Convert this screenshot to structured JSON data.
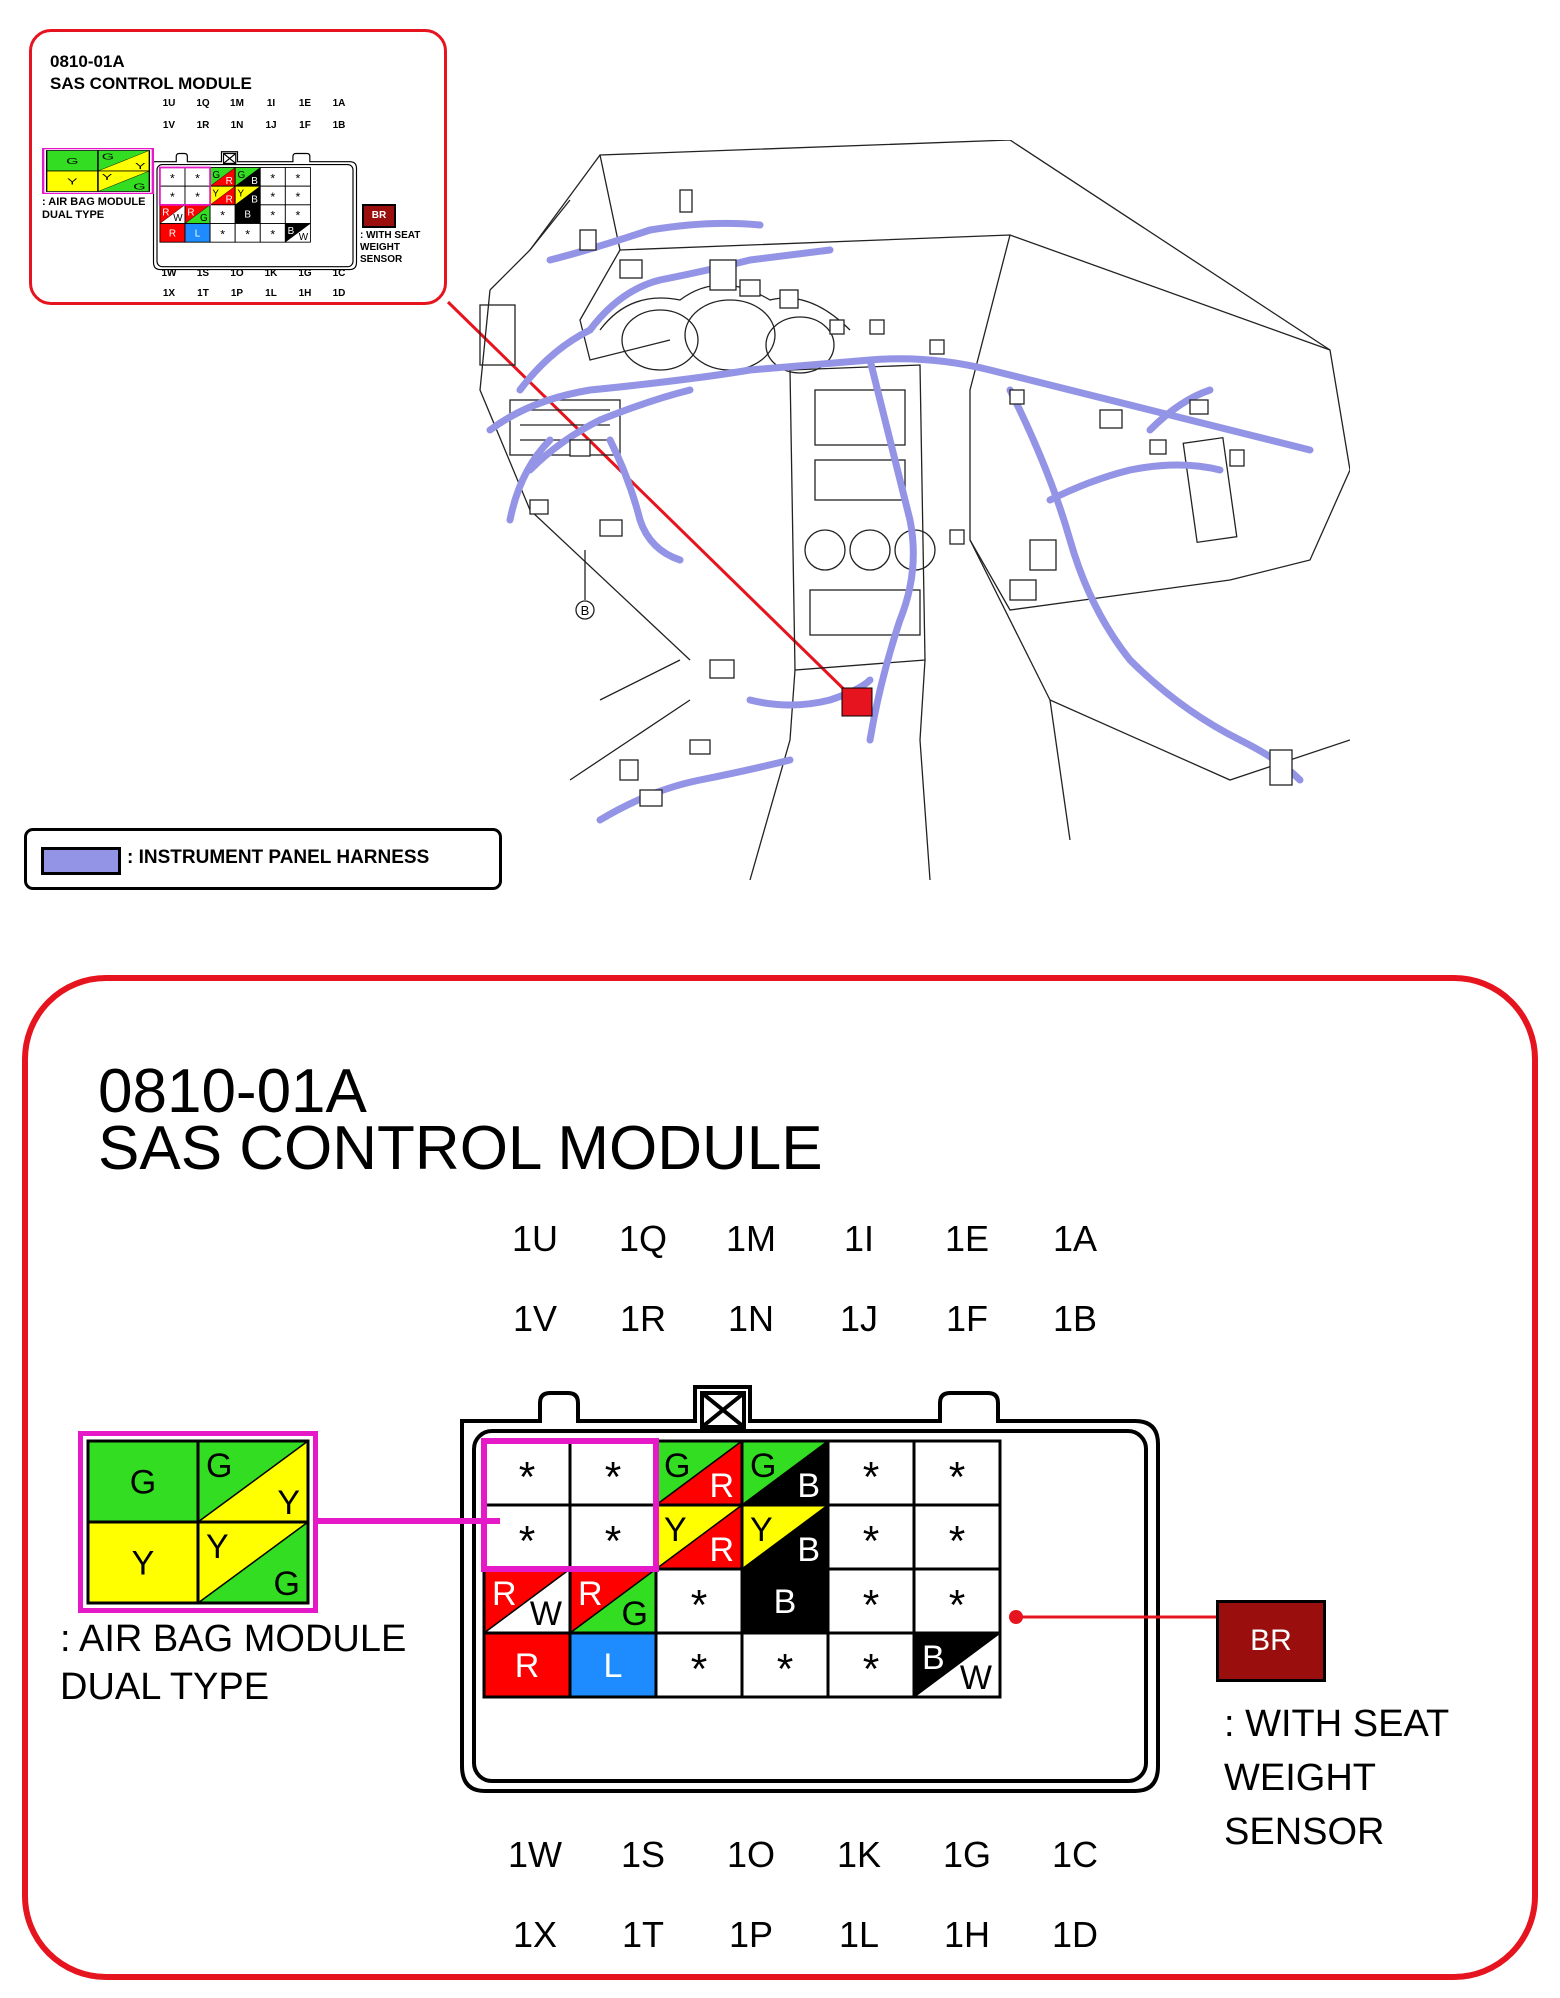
{
  "connector": {
    "id": "0810-01A",
    "name": "SAS CONTROL MODULE",
    "top_pins": [
      [
        "1U",
        "1Q",
        "1M",
        "1I",
        "1E",
        "1A"
      ],
      [
        "1V",
        "1R",
        "1N",
        "1J",
        "1F",
        "1B"
      ]
    ],
    "bottom_pins": [
      [
        "1W",
        "1S",
        "1O",
        "1K",
        "1G",
        "1C"
      ],
      [
        "1X",
        "1T",
        "1P",
        "1L",
        "1H",
        "1D"
      ]
    ],
    "unused_mark": "*",
    "cells": [
      [
        {
          "main": "",
          "sub": "",
          "unused": true
        },
        {
          "main": "",
          "sub": "",
          "unused": true
        },
        {
          "main": "G",
          "sub": "R"
        },
        {
          "main": "G",
          "sub": "B"
        },
        {
          "main": "",
          "sub": "",
          "unused": true
        },
        {
          "main": "",
          "sub": "",
          "unused": true
        }
      ],
      [
        {
          "main": "",
          "sub": "",
          "unused": true
        },
        {
          "main": "",
          "sub": "",
          "unused": true
        },
        {
          "main": "Y",
          "sub": "R"
        },
        {
          "main": "Y",
          "sub": "B"
        },
        {
          "main": "",
          "sub": "",
          "unused": true
        },
        {
          "main": "",
          "sub": "",
          "unused": true
        }
      ],
      [
        {
          "main": "R",
          "sub": "W"
        },
        {
          "main": "R",
          "sub": "G"
        },
        {
          "main": "",
          "sub": "",
          "unused": true
        },
        {
          "main": "B",
          "sub": ""
        },
        {
          "main": "",
          "sub": "",
          "unused": true
        },
        {
          "main": "",
          "sub": "",
          "unused": true
        }
      ],
      [
        {
          "main": "R",
          "sub": ""
        },
        {
          "main": "L",
          "sub": ""
        },
        {
          "main": "",
          "sub": "",
          "unused": true
        },
        {
          "main": "",
          "sub": "",
          "unused": true
        },
        {
          "main": "",
          "sub": "",
          "unused": true
        },
        {
          "main": "B",
          "sub": "W"
        }
      ]
    ]
  },
  "dual_type": {
    "note_line1": ": AIR BAG MODULE",
    "note_line2": "DUAL TYPE",
    "cells": [
      [
        {
          "main": "G",
          "sub": ""
        },
        {
          "main": "G",
          "sub": "Y"
        }
      ],
      [
        {
          "main": "Y",
          "sub": ""
        },
        {
          "main": "Y",
          "sub": "G"
        }
      ]
    ]
  },
  "seat_weight": {
    "code": "BR",
    "note_line1": ": WITH SEAT",
    "note_line2": "WEIGHT",
    "note_line3": "SENSOR"
  },
  "legend": {
    "text": ": INSTRUMENT PANEL HARNESS"
  },
  "drawing": {
    "ground_label": "B"
  },
  "wire_colors": {
    "G": "#33dd22",
    "Y": "#ffff00",
    "R": "#ff0000",
    "B": "#000000",
    "W": "#ffffff",
    "L": "#1e8cff"
  },
  "colors": {
    "frame": "#e6141e",
    "highlight": "#e619c8",
    "harness": "#9494e6",
    "seat_weight_box": "#9b0e0e"
  }
}
